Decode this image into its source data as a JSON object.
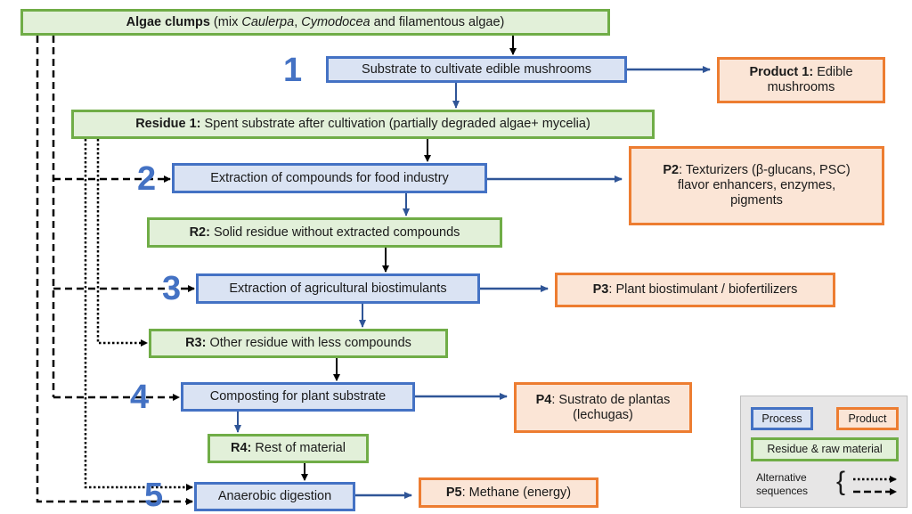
{
  "diagram": {
    "colors": {
      "process_fill": "#dae3f3",
      "process_border": "#4472c4",
      "product_fill": "#fbe5d6",
      "product_border": "#ed7d31",
      "residue_fill": "#e2f0d9",
      "residue_border": "#70ad47",
      "step_number": "#4472c4"
    },
    "raw_material": {
      "bold": "Algae clumps",
      "text_pre": " (mix ",
      "italic1": "Caulerpa",
      "text_mid": ", ",
      "italic2": "Cymodocea",
      "text_post": " and filamentous algae)"
    },
    "steps": [
      {
        "number": "1",
        "process": "Substrate to cultivate edible mushrooms",
        "product_bold": "Product 1:",
        "product_text": " Edible mushrooms",
        "residue_bold": "Residue 1:",
        "residue_text": " Spent substrate after cultivation (partially degraded algae+ mycelia)"
      },
      {
        "number": "2",
        "process": "Extraction of compounds for food industry",
        "product_bold": "P2",
        "product_text": ": Texturizers (β-glucans, PSC) flavor enhancers, enzymes, pigments",
        "residue_bold": "R2:",
        "residue_text": " Solid residue without extracted compounds"
      },
      {
        "number": "3",
        "process": "Extraction of agricultural biostimulants",
        "product_bold": "P3",
        "product_text": ": Plant biostimulant / biofertilizers",
        "residue_bold": "R3:",
        "residue_text": " Other residue with less compounds"
      },
      {
        "number": "4",
        "process": "Composting for plant substrate",
        "product_bold": "P4",
        "product_text": ": Sustrato de plantas (lechugas)",
        "residue_bold": "R4:",
        "residue_text": " Rest of material"
      },
      {
        "number": "5",
        "process": "Anaerobic digestion",
        "product_bold": "P5",
        "product_text": ": Methane (energy)"
      }
    ],
    "legend": {
      "process": "Process",
      "product": "Product",
      "residue": "Residue & raw material",
      "alt_line1": "Alternative",
      "alt_line2": "sequences",
      "brace": "{"
    }
  }
}
